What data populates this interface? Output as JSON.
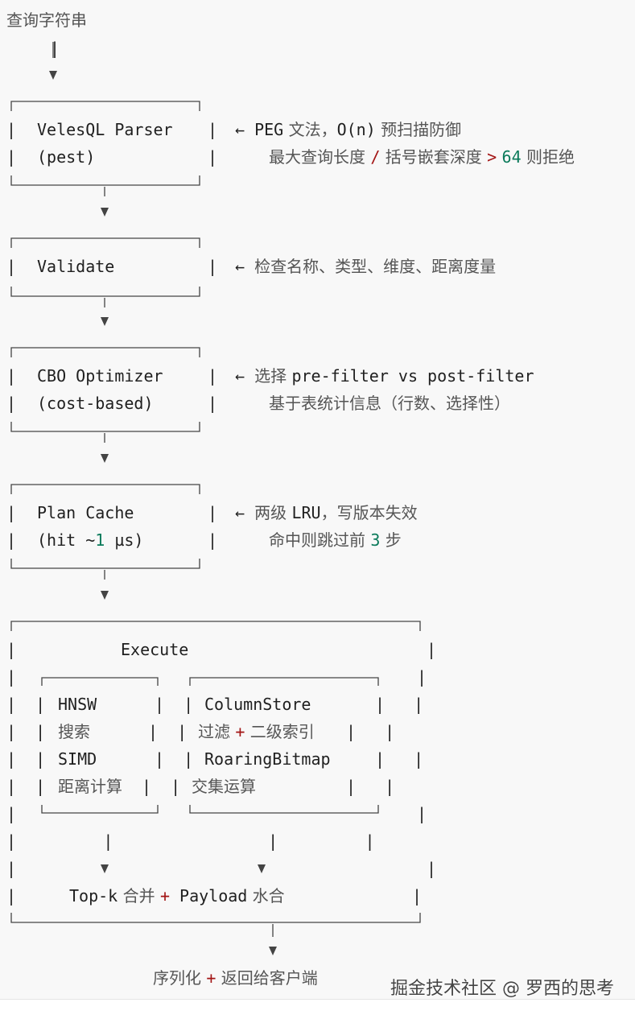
{
  "input_label": "查询字符串",
  "stages": [
    {
      "line1": "VelesQL Parser",
      "line2": "(pest)",
      "note1": {
        "arrow": "←",
        "a": "PEG",
        "b": " 文法，",
        "c": "O(n)",
        "d": " 预扫描防御"
      },
      "note2": {
        "a": "最大查询长度 ",
        "op": "/",
        "b": " 括号嵌套深度 ",
        "op2": ">",
        "num": "64",
        "c": " 则拒绝"
      }
    },
    {
      "line1": "Validate",
      "note1": {
        "arrow": "←",
        "a": "检查名称、类型、维度、距离度量"
      }
    },
    {
      "line1": "CBO Optimizer",
      "line2": "(cost-based)",
      "note1": {
        "arrow": "←",
        "a": "选择 ",
        "b": "pre-filter vs post-filter"
      },
      "note2": {
        "a": "基于表统计信息（行数、选择性）"
      }
    },
    {
      "line1": "Plan Cache",
      "line2_a": "(hit ~",
      "line2_num": "1",
      "line2_b": " µs)",
      "note1": {
        "arrow": "←",
        "a": "两级 ",
        "b": "LRU",
        "c": "，写版本失效"
      },
      "note2": {
        "a": "命中则跳过前 ",
        "num": "3",
        "b": " 步"
      }
    }
  ],
  "execute": {
    "title": "Execute",
    "left": {
      "row1": "HNSW",
      "row2": "搜索",
      "row3": "SIMD",
      "row4": "距离计算"
    },
    "right": {
      "row1": "ColumnStore",
      "row2_a": "过滤 ",
      "row2_op": "+",
      "row2_b": " 二级索引",
      "row3": "RoaringBitmap",
      "row4": "交集运算"
    },
    "merge": {
      "a": "Top-k",
      "b": " 合并 ",
      "op": "+",
      "c": " Payload",
      "d": " 水合"
    }
  },
  "output": {
    "a": "序列化 ",
    "op": "+",
    "b": " 返回给客户端"
  },
  "watermark": "掘金技术社区 @ 罗西的思考",
  "colors": {
    "operator": "#a31515",
    "number": "#0a7a5a",
    "text": "#1f1f1f",
    "comment": "#555555"
  }
}
